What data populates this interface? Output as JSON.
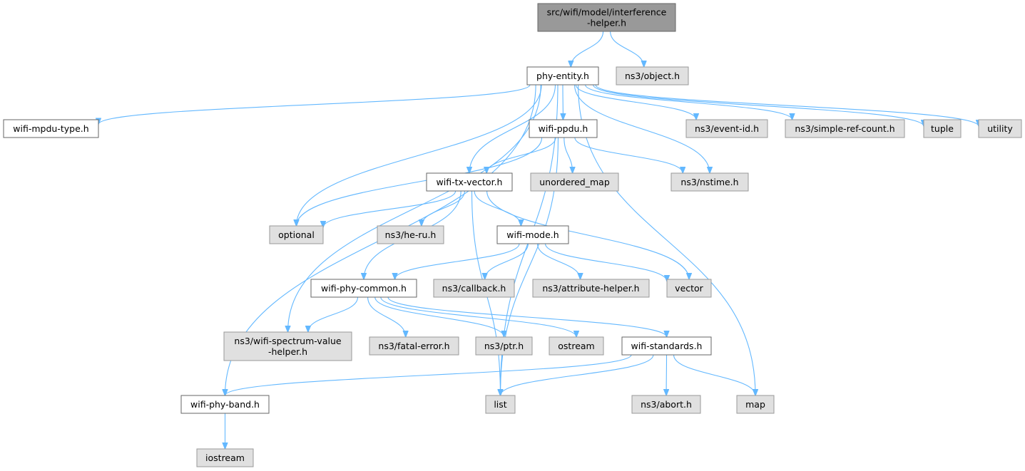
{
  "colors": {
    "root_fill": "#999999",
    "root_stroke": "#666666",
    "local_fill": "#ffffff",
    "local_stroke": "#666666",
    "external_fill": "#e0e0e0",
    "external_stroke": "#999999",
    "edge": "#63b8ff"
  },
  "nodes": [
    {
      "id": "interference",
      "lines": [
        "src/wifi/model/interference",
        "-helper.h"
      ],
      "kind": "root"
    },
    {
      "id": "phy-entity",
      "lines": [
        "phy-entity.h"
      ],
      "kind": "local"
    },
    {
      "id": "object",
      "lines": [
        "ns3/object.h"
      ],
      "kind": "external"
    },
    {
      "id": "wifi-mpdu-type",
      "lines": [
        "wifi-mpdu-type.h"
      ],
      "kind": "local"
    },
    {
      "id": "wifi-ppdu",
      "lines": [
        "wifi-ppdu.h"
      ],
      "kind": "local"
    },
    {
      "id": "event-id",
      "lines": [
        "ns3/event-id.h"
      ],
      "kind": "external"
    },
    {
      "id": "simple-ref-count",
      "lines": [
        "ns3/simple-ref-count.h"
      ],
      "kind": "external"
    },
    {
      "id": "tuple",
      "lines": [
        "tuple"
      ],
      "kind": "external"
    },
    {
      "id": "utility",
      "lines": [
        "utility"
      ],
      "kind": "external"
    },
    {
      "id": "wifi-tx-vector",
      "lines": [
        "wifi-tx-vector.h"
      ],
      "kind": "local"
    },
    {
      "id": "unordered_map",
      "lines": [
        "unordered_map"
      ],
      "kind": "external"
    },
    {
      "id": "nstime",
      "lines": [
        "ns3/nstime.h"
      ],
      "kind": "external"
    },
    {
      "id": "optional",
      "lines": [
        "optional"
      ],
      "kind": "external"
    },
    {
      "id": "he-ru",
      "lines": [
        "ns3/he-ru.h"
      ],
      "kind": "external"
    },
    {
      "id": "wifi-mode",
      "lines": [
        "wifi-mode.h"
      ],
      "kind": "local"
    },
    {
      "id": "wifi-phy-common",
      "lines": [
        "wifi-phy-common.h"
      ],
      "kind": "local"
    },
    {
      "id": "callback",
      "lines": [
        "ns3/callback.h"
      ],
      "kind": "external"
    },
    {
      "id": "attribute-helper",
      "lines": [
        "ns3/attribute-helper.h"
      ],
      "kind": "external"
    },
    {
      "id": "vector",
      "lines": [
        "vector"
      ],
      "kind": "external"
    },
    {
      "id": "spectrum-value-helper",
      "lines": [
        "ns3/wifi-spectrum-value",
        "-helper.h"
      ],
      "kind": "external"
    },
    {
      "id": "fatal-error",
      "lines": [
        "ns3/fatal-error.h"
      ],
      "kind": "external"
    },
    {
      "id": "ptr",
      "lines": [
        "ns3/ptr.h"
      ],
      "kind": "external"
    },
    {
      "id": "ostream",
      "lines": [
        "ostream"
      ],
      "kind": "external"
    },
    {
      "id": "wifi-standards",
      "lines": [
        "wifi-standards.h"
      ],
      "kind": "local"
    },
    {
      "id": "wifi-phy-band",
      "lines": [
        "wifi-phy-band.h"
      ],
      "kind": "local"
    },
    {
      "id": "list",
      "lines": [
        "list"
      ],
      "kind": "external"
    },
    {
      "id": "abort",
      "lines": [
        "ns3/abort.h"
      ],
      "kind": "external"
    },
    {
      "id": "map",
      "lines": [
        "map"
      ],
      "kind": "external"
    },
    {
      "id": "iostream",
      "lines": [
        "iostream"
      ],
      "kind": "external"
    }
  ],
  "edges": [
    [
      "interference",
      "phy-entity"
    ],
    [
      "interference",
      "object"
    ],
    [
      "phy-entity",
      "wifi-mpdu-type"
    ],
    [
      "phy-entity",
      "wifi-ppdu"
    ],
    [
      "phy-entity",
      "event-id"
    ],
    [
      "phy-entity",
      "simple-ref-count"
    ],
    [
      "phy-entity",
      "tuple"
    ],
    [
      "phy-entity",
      "utility"
    ],
    [
      "phy-entity",
      "wifi-tx-vector"
    ],
    [
      "phy-entity",
      "nstime"
    ],
    [
      "phy-entity",
      "optional"
    ],
    [
      "phy-entity",
      "spectrum-value-helper"
    ],
    [
      "phy-entity",
      "wifi-phy-band"
    ],
    [
      "phy-entity",
      "list"
    ],
    [
      "phy-entity",
      "map"
    ],
    [
      "wifi-ppdu",
      "wifi-tx-vector"
    ],
    [
      "wifi-ppdu",
      "unordered_map"
    ],
    [
      "wifi-ppdu",
      "nstime"
    ],
    [
      "wifi-ppdu",
      "optional"
    ],
    [
      "wifi-ppdu",
      "list"
    ],
    [
      "wifi-tx-vector",
      "optional"
    ],
    [
      "wifi-tx-vector",
      "he-ru"
    ],
    [
      "wifi-tx-vector",
      "wifi-mode"
    ],
    [
      "wifi-tx-vector",
      "wifi-phy-common"
    ],
    [
      "wifi-tx-vector",
      "vector"
    ],
    [
      "wifi-tx-vector",
      "list"
    ],
    [
      "wifi-mode",
      "wifi-phy-common"
    ],
    [
      "wifi-mode",
      "callback"
    ],
    [
      "wifi-mode",
      "attribute-helper"
    ],
    [
      "wifi-mode",
      "vector"
    ],
    [
      "wifi-phy-common",
      "spectrum-value-helper"
    ],
    [
      "wifi-phy-common",
      "fatal-error"
    ],
    [
      "wifi-phy-common",
      "ptr"
    ],
    [
      "wifi-phy-common",
      "ostream"
    ],
    [
      "wifi-phy-common",
      "wifi-standards"
    ],
    [
      "wifi-standards",
      "wifi-phy-band"
    ],
    [
      "wifi-standards",
      "list"
    ],
    [
      "wifi-standards",
      "abort"
    ],
    [
      "wifi-standards",
      "map"
    ],
    [
      "wifi-phy-band",
      "iostream"
    ]
  ]
}
